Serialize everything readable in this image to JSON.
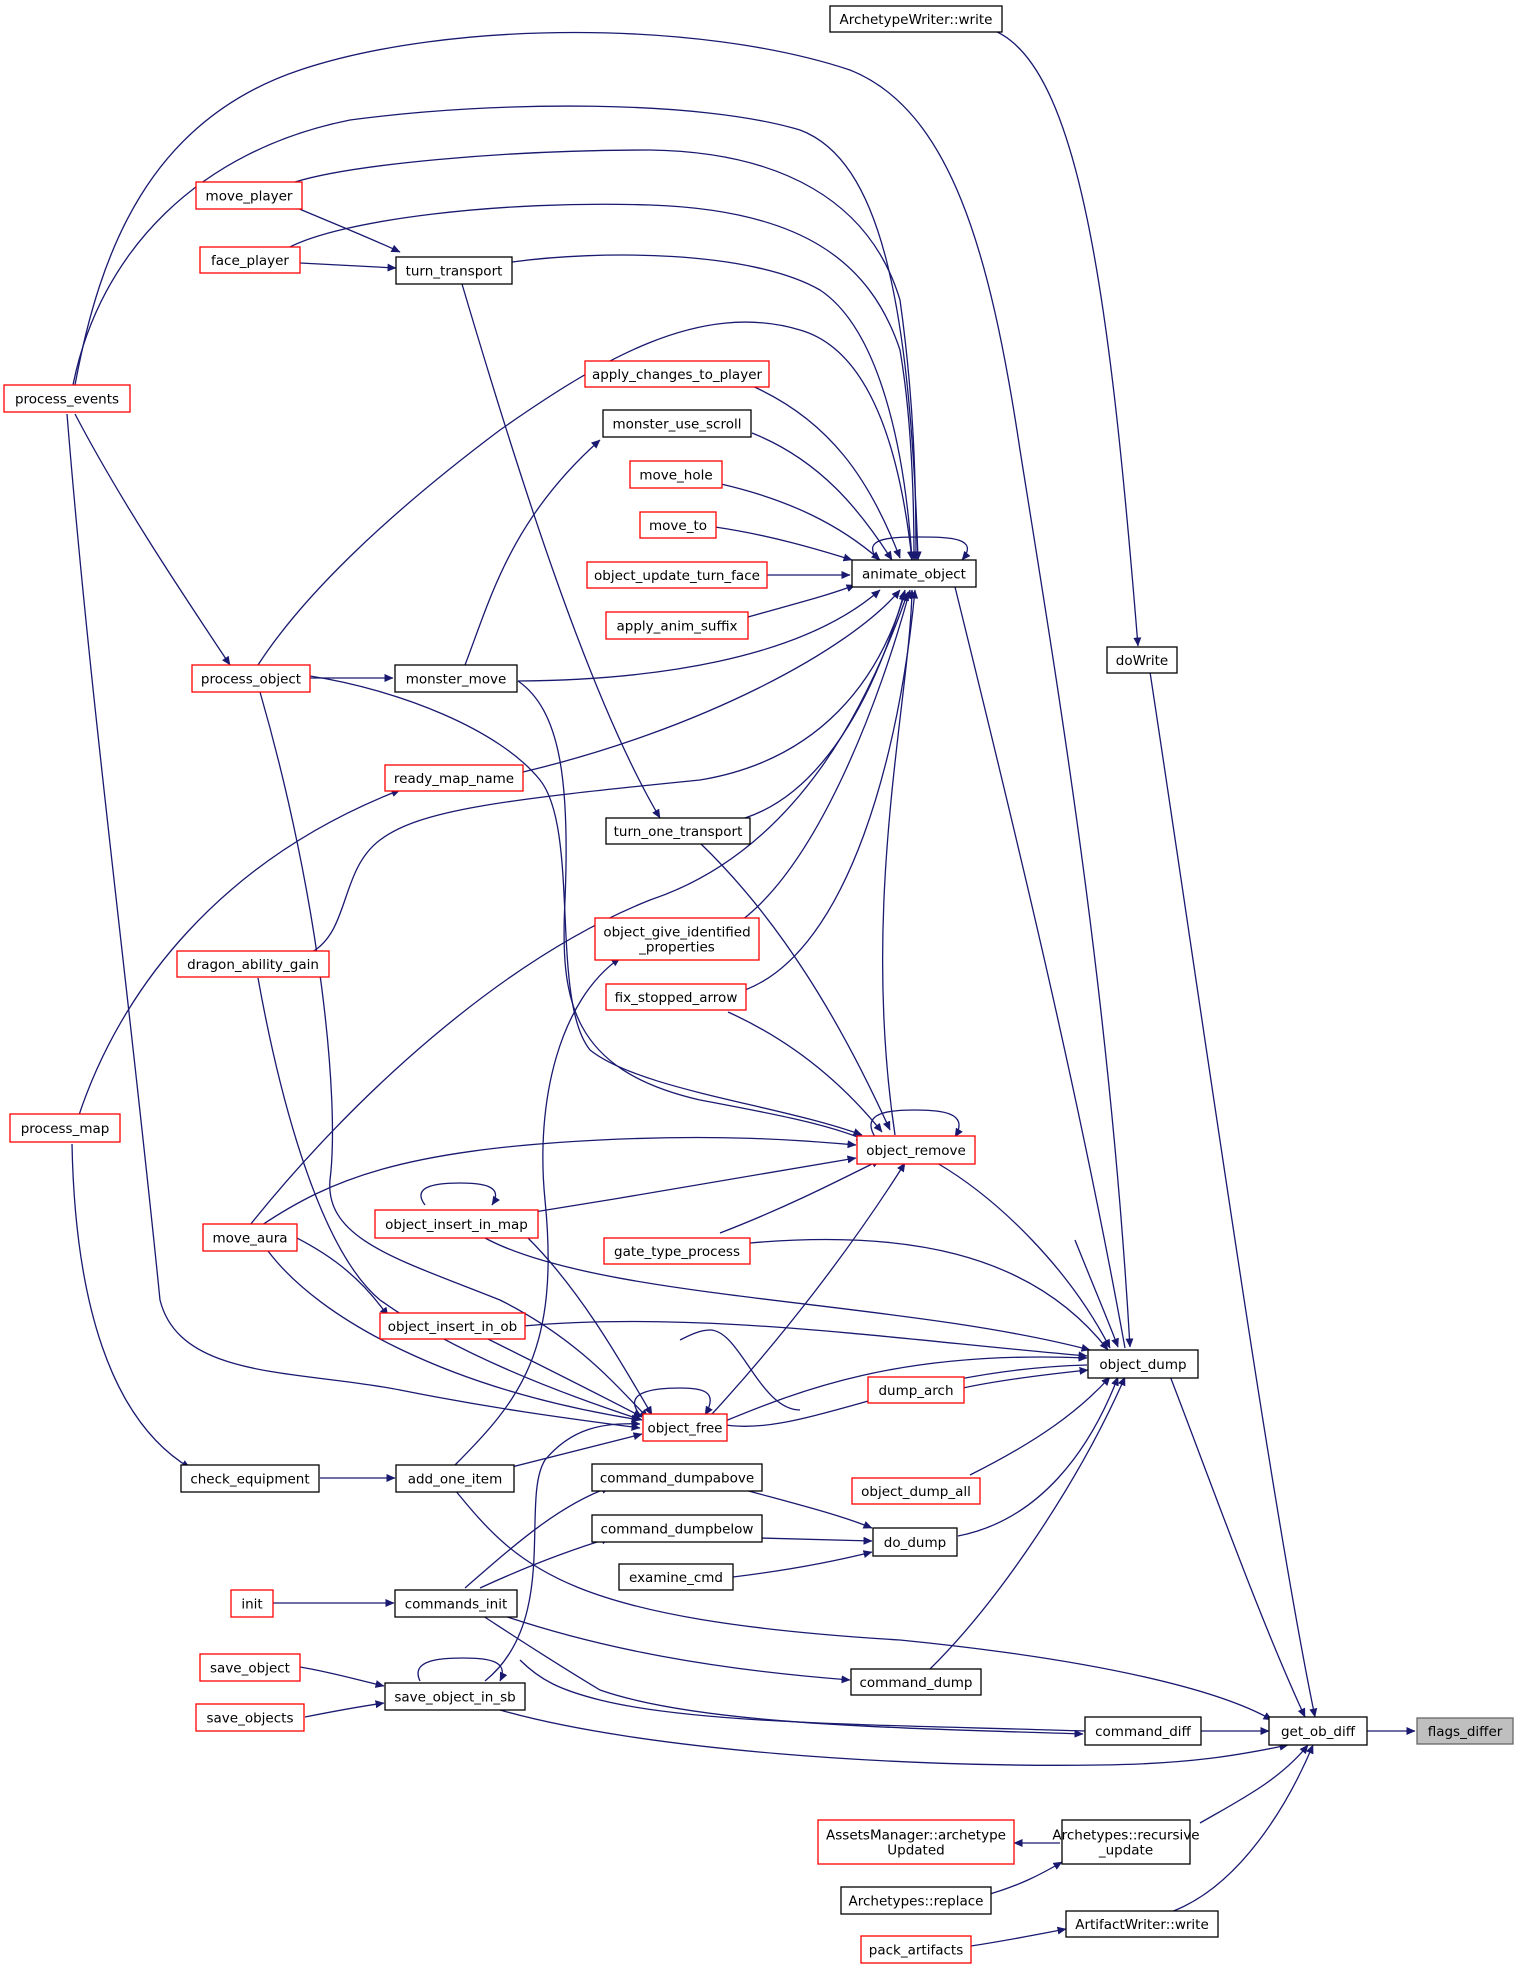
{
  "diagram": {
    "title": "",
    "colors": {
      "edge": "#191970",
      "node_border": "#000000",
      "node_truncated_border": "#ff0000",
      "focus_fill": "#bfbfbf",
      "focus_border": "#666666"
    },
    "nodes": [
      {
        "id": "flags_differ",
        "lines": [
          "flags_differ"
        ],
        "style": "focus"
      },
      {
        "id": "get_ob_diff",
        "lines": [
          "get_ob_diff"
        ],
        "style": "normal"
      },
      {
        "id": "command_diff",
        "lines": [
          "command_diff"
        ],
        "style": "normal"
      },
      {
        "id": "archetypes_recursive_update",
        "lines": [
          "Archetypes::recursive",
          "_update"
        ],
        "style": "normal"
      },
      {
        "id": "artifactwriter_write",
        "lines": [
          "ArtifactWriter::write"
        ],
        "style": "normal"
      },
      {
        "id": "object_dump",
        "lines": [
          "object_dump"
        ],
        "style": "normal"
      },
      {
        "id": "dowrite",
        "lines": [
          "doWrite"
        ],
        "style": "normal"
      },
      {
        "id": "archetypewriter_write",
        "lines": [
          "ArchetypeWriter::write"
        ],
        "style": "normal"
      },
      {
        "id": "animate_object",
        "lines": [
          "animate_object"
        ],
        "style": "normal"
      },
      {
        "id": "object_remove",
        "lines": [
          "object_remove"
        ],
        "style": "truncated"
      },
      {
        "id": "object_free",
        "lines": [
          "object_free"
        ],
        "style": "truncated"
      },
      {
        "id": "do_dump",
        "lines": [
          "do_dump"
        ],
        "style": "normal"
      },
      {
        "id": "command_dump",
        "lines": [
          "command_dump"
        ],
        "style": "normal"
      },
      {
        "id": "dump_arch",
        "lines": [
          "dump_arch"
        ],
        "style": "truncated"
      },
      {
        "id": "object_dump_all",
        "lines": [
          "object_dump_all"
        ],
        "style": "truncated"
      },
      {
        "id": "gate_type_process",
        "lines": [
          "gate_type_process"
        ],
        "style": "truncated"
      },
      {
        "id": "object_insert_in_map",
        "lines": [
          "object_insert_in_map"
        ],
        "style": "truncated"
      },
      {
        "id": "object_insert_in_ob",
        "lines": [
          "object_insert_in_ob"
        ],
        "style": "truncated"
      },
      {
        "id": "fix_stopped_arrow",
        "lines": [
          "fix_stopped_arrow"
        ],
        "style": "truncated"
      },
      {
        "id": "object_give_identified_properties",
        "lines": [
          "object_give_identified",
          "_properties"
        ],
        "style": "truncated"
      },
      {
        "id": "turn_one_transport",
        "lines": [
          "turn_one_transport"
        ],
        "style": "normal"
      },
      {
        "id": "ready_map_name",
        "lines": [
          "ready_map_name"
        ],
        "style": "truncated"
      },
      {
        "id": "monster_move",
        "lines": [
          "monster_move"
        ],
        "style": "normal"
      },
      {
        "id": "process_object",
        "lines": [
          "process_object"
        ],
        "style": "truncated"
      },
      {
        "id": "apply_anim_suffix",
        "lines": [
          "apply_anim_suffix"
        ],
        "style": "truncated"
      },
      {
        "id": "object_update_turn_face",
        "lines": [
          "object_update_turn_face"
        ],
        "style": "truncated"
      },
      {
        "id": "move_to",
        "lines": [
          "move_to"
        ],
        "style": "truncated"
      },
      {
        "id": "move_hole",
        "lines": [
          "move_hole"
        ],
        "style": "truncated"
      },
      {
        "id": "monster_use_scroll",
        "lines": [
          "monster_use_scroll"
        ],
        "style": "normal"
      },
      {
        "id": "apply_changes_to_player",
        "lines": [
          "apply_changes_to_player"
        ],
        "style": "truncated"
      },
      {
        "id": "turn_transport",
        "lines": [
          "turn_transport"
        ],
        "style": "normal"
      },
      {
        "id": "face_player",
        "lines": [
          "face_player"
        ],
        "style": "truncated"
      },
      {
        "id": "move_player",
        "lines": [
          "move_player"
        ],
        "style": "truncated"
      },
      {
        "id": "process_events",
        "lines": [
          "process_events"
        ],
        "style": "truncated"
      },
      {
        "id": "dragon_ability_gain",
        "lines": [
          "dragon_ability_gain"
        ],
        "style": "truncated"
      },
      {
        "id": "process_map",
        "lines": [
          "process_map"
        ],
        "style": "truncated"
      },
      {
        "id": "move_aura",
        "lines": [
          "move_aura"
        ],
        "style": "truncated"
      },
      {
        "id": "check_equipment",
        "lines": [
          "check_equipment"
        ],
        "style": "normal"
      },
      {
        "id": "add_one_item",
        "lines": [
          "add_one_item"
        ],
        "style": "normal"
      },
      {
        "id": "command_dumpabove",
        "lines": [
          "command_dumpabove"
        ],
        "style": "normal"
      },
      {
        "id": "command_dumpbelow",
        "lines": [
          "command_dumpbelow"
        ],
        "style": "normal"
      },
      {
        "id": "examine_cmd",
        "lines": [
          "examine_cmd"
        ],
        "style": "normal"
      },
      {
        "id": "commands_init",
        "lines": [
          "commands_init"
        ],
        "style": "normal"
      },
      {
        "id": "init",
        "lines": [
          "init"
        ],
        "style": "truncated"
      },
      {
        "id": "save_object_in_sb",
        "lines": [
          "save_object_in_sb"
        ],
        "style": "normal"
      },
      {
        "id": "save_object",
        "lines": [
          "save_object"
        ],
        "style": "truncated"
      },
      {
        "id": "save_objects",
        "lines": [
          "save_objects"
        ],
        "style": "truncated"
      },
      {
        "id": "assetsmanager_archetypeupdated",
        "lines": [
          "AssetsManager::archetype",
          "Updated"
        ],
        "style": "truncated"
      },
      {
        "id": "archetypes_replace",
        "lines": [
          "Archetypes::replace"
        ],
        "style": "normal"
      },
      {
        "id": "pack_artifacts",
        "lines": [
          "pack_artifacts"
        ],
        "style": "truncated"
      }
    ]
  }
}
